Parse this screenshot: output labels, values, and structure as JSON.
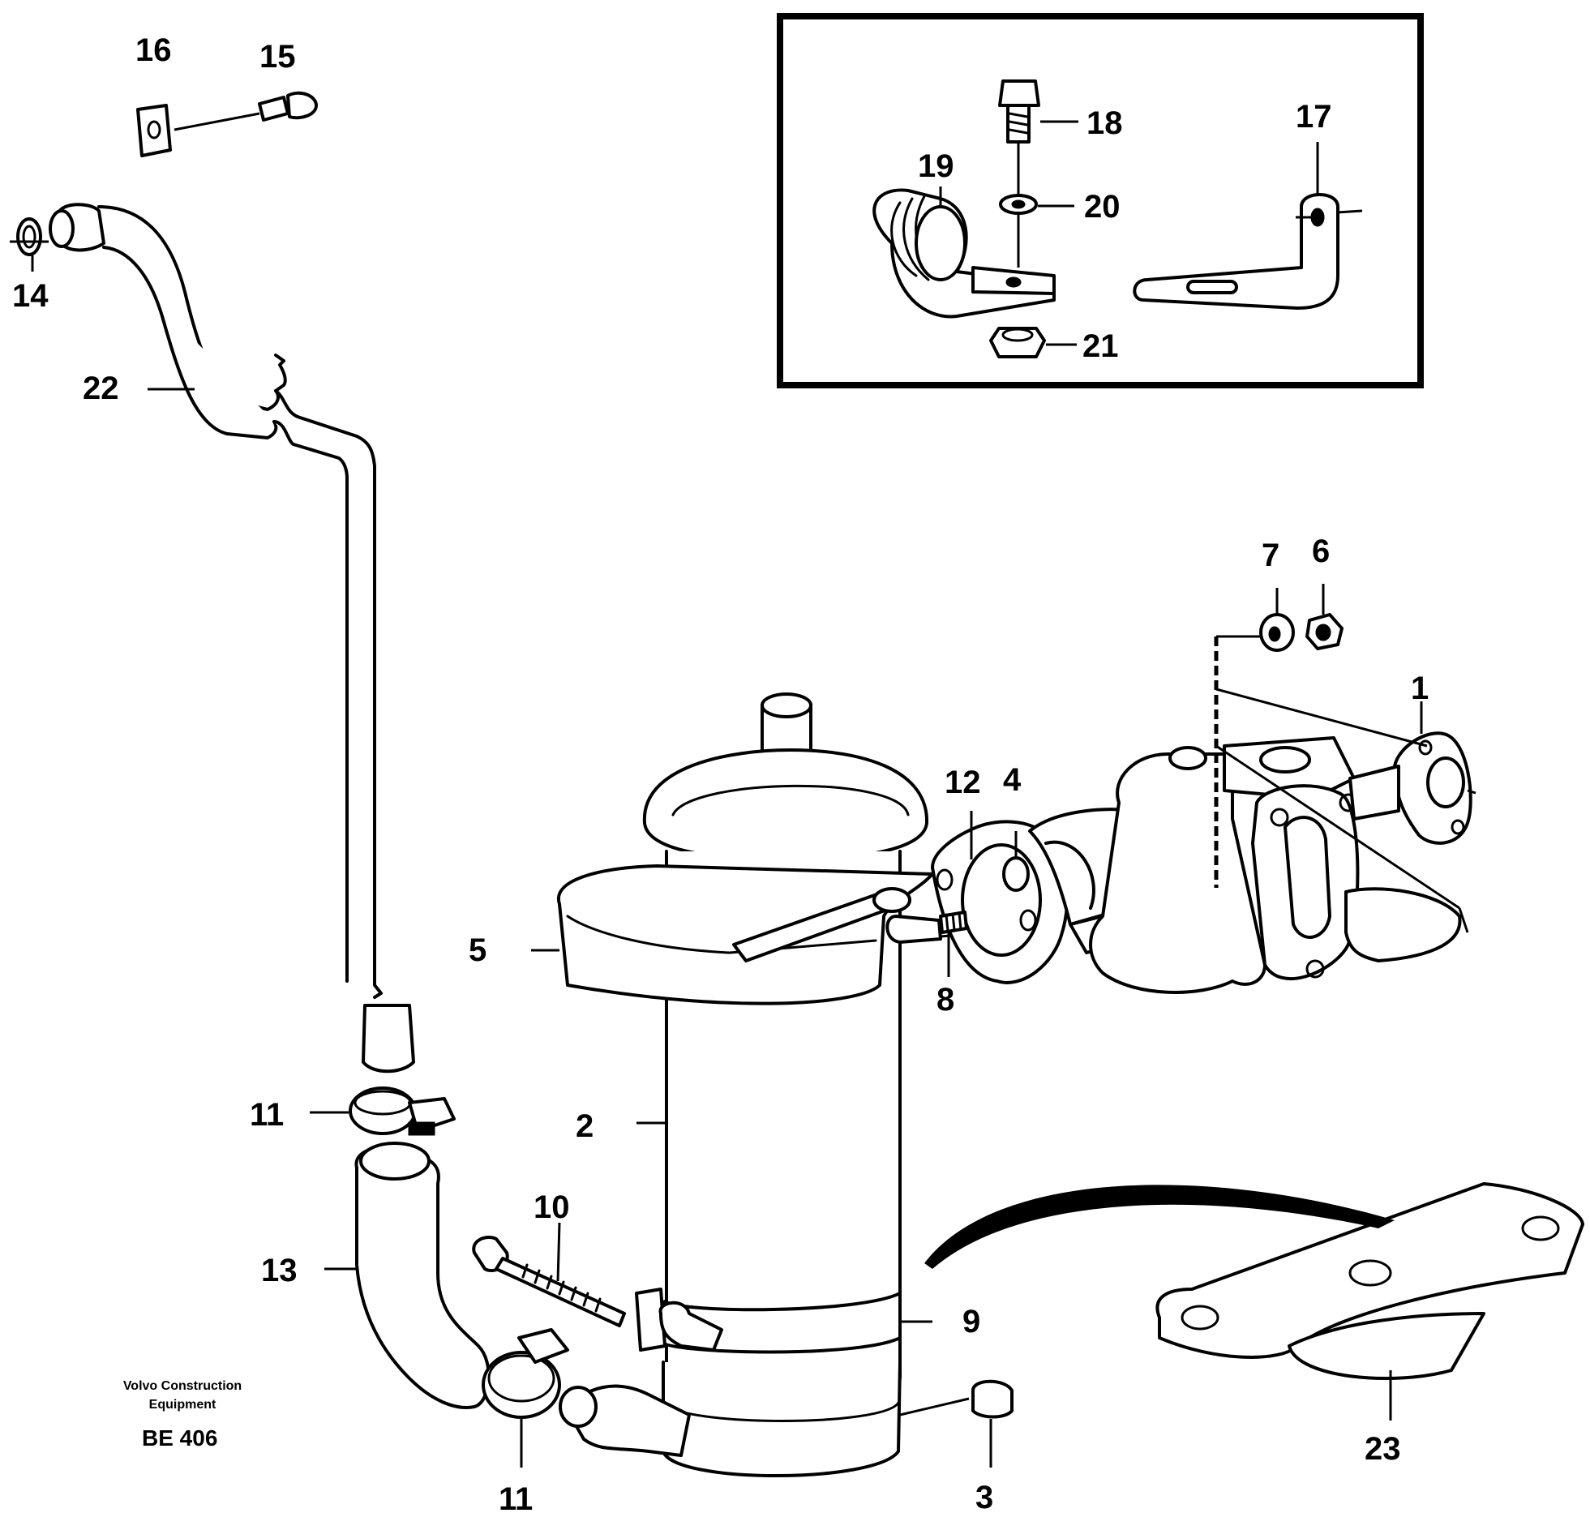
{
  "diagram": {
    "callouts": [
      {
        "id": "1",
        "label": "1"
      },
      {
        "id": "2",
        "label": "2"
      },
      {
        "id": "3",
        "label": "3"
      },
      {
        "id": "4",
        "label": "4"
      },
      {
        "id": "5",
        "label": "5"
      },
      {
        "id": "6",
        "label": "6"
      },
      {
        "id": "7",
        "label": "7"
      },
      {
        "id": "8",
        "label": "8"
      },
      {
        "id": "9",
        "label": "9"
      },
      {
        "id": "10",
        "label": "10"
      },
      {
        "id": "11a",
        "label": "11"
      },
      {
        "id": "11b",
        "label": "11"
      },
      {
        "id": "12",
        "label": "12"
      },
      {
        "id": "13",
        "label": "13"
      },
      {
        "id": "14",
        "label": "14"
      },
      {
        "id": "15",
        "label": "15"
      },
      {
        "id": "16",
        "label": "16"
      },
      {
        "id": "17",
        "label": "17"
      },
      {
        "id": "18",
        "label": "18"
      },
      {
        "id": "19",
        "label": "19"
      },
      {
        "id": "20",
        "label": "20"
      },
      {
        "id": "21",
        "label": "21"
      },
      {
        "id": "22",
        "label": "22"
      },
      {
        "id": "23",
        "label": "23"
      }
    ],
    "footer": {
      "line1": "Volvo Construction",
      "line2": "Equipment",
      "code": "BE 406"
    }
  }
}
